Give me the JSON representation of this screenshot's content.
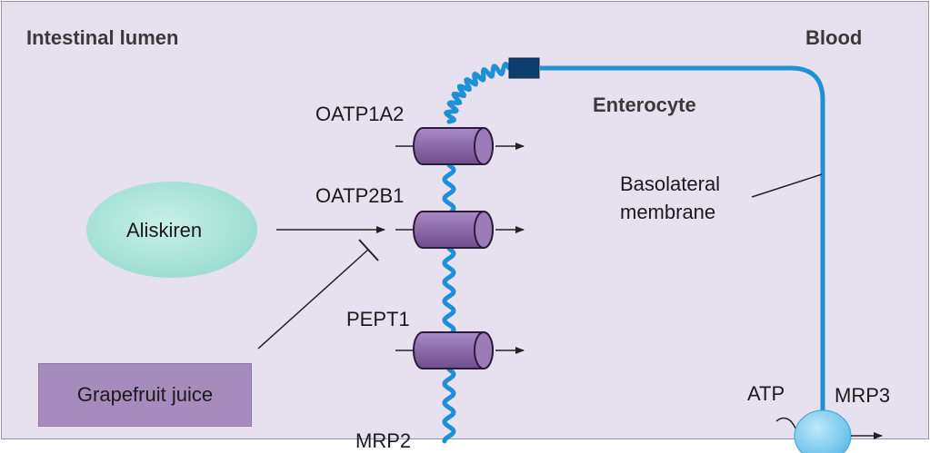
{
  "regions": {
    "intestinal_lumen": "Intestinal lumen",
    "blood": "Blood",
    "enterocyte": "Enterocyte"
  },
  "transporters": {
    "oatp1a2": "OATP1A2",
    "oatp2b1": "OATP2B1",
    "pept1": "PEPT1",
    "mrp2": "MRP2",
    "mrp3": "MRP3"
  },
  "annotations": {
    "basolateral_line1": "Basolateral",
    "basolateral_line2": "membrane",
    "atp": "ATP"
  },
  "substances": {
    "aliskiren": "Aliskiren",
    "grapefruit_juice": "Grapefruit juice"
  },
  "colors": {
    "background": "#e7e1ef",
    "membrane": "#1f8fd6",
    "transporter_fill": "#8d6aac",
    "aliskiren_fill": "#a9e3d8",
    "grapefruit_fill": "#a68bbd",
    "mrp3_fill": "#7fcbef",
    "tight_junction": "#0d3f6e"
  }
}
